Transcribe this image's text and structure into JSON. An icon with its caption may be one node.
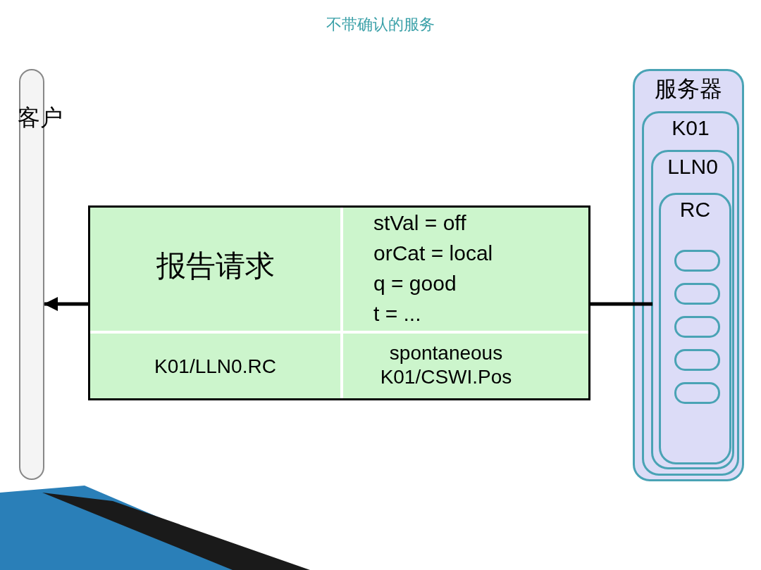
{
  "diagram": {
    "title": "不带确认的服务",
    "nodes": [
      {
        "text": [
          "客户"
        ]
      },
      {
        "text": [
          "服务器"
        ]
      },
      {
        "text": [
          "K01"
        ],
        "in": 1
      },
      {
        "text": [
          "LLN0"
        ],
        "in": 2
      },
      {
        "text": [
          "RC"
        ],
        "in": 3
      },
      {
        "text": [],
        "shape": "box",
        "in": 4
      },
      {
        "text": [],
        "shape": "box",
        "in": 4
      },
      {
        "text": [],
        "shape": "box",
        "in": 4
      },
      {
        "text": [],
        "shape": "box",
        "in": 4
      },
      {
        "text": [],
        "shape": "box",
        "in": 4
      },
      {
        "text": [
          "报告请求",
          "stVal = off",
          "orCat = local",
          "q = good",
          "t = ...",
          "K01/LLN0.RC",
          "spontaneous K01/CSWI.Pos"
        ]
      }
    ],
    "edges": [
      {
        "from": 4,
        "to": 10,
        "arrow": "none"
      },
      {
        "from": 10,
        "to": 0,
        "arrow": "to"
      }
    ]
  }
}
